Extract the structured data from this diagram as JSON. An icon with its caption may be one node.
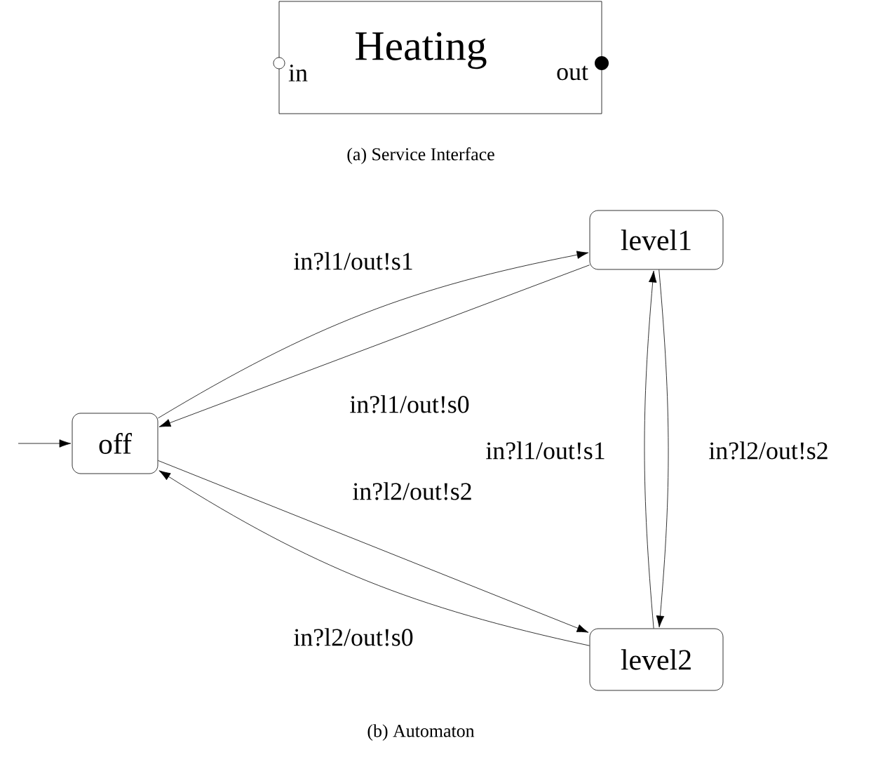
{
  "diagram": {
    "nodes": [
      {
        "text": [
          "Heating",
          "in",
          "out"
        ]
      },
      {
        "text": [
          "off"
        ]
      },
      {
        "text": [
          "level1"
        ]
      },
      {
        "text": [
          "level2"
        ]
      }
    ],
    "edges": [
      {
        "from": null,
        "to": 1,
        "arrow": "to"
      },
      {
        "from": 1,
        "to": 2,
        "arrow": "to",
        "label": "in?l1/out!s1"
      },
      {
        "from": 2,
        "to": 1,
        "arrow": "to",
        "label": "in?l1/out!s0"
      },
      {
        "from": 2,
        "to": 3,
        "arrow": "to",
        "label": "in?l2/out!s2"
      },
      {
        "from": 3,
        "to": 2,
        "arrow": "to",
        "label": "in?l1/out!s1"
      },
      {
        "from": 1,
        "to": 3,
        "arrow": "to",
        "label": "in?l2/out!s2"
      },
      {
        "from": 3,
        "to": 1,
        "arrow": "to",
        "label": "in?l2/out!s0"
      }
    ],
    "labels": [
      "(a) Service Interface",
      "(b) Automaton"
    ]
  }
}
